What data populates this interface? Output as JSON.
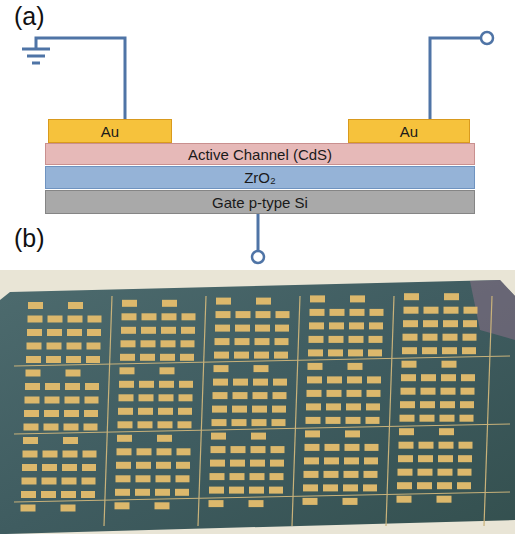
{
  "diagram": {
    "nodes": [
      {
        "text": [
          "Au"
        ]
      },
      {
        "text": [
          "Au"
        ]
      },
      {
        "text": [
          "Active Channel (CdS)"
        ]
      },
      {
        "text": [
          "ZrO₂"
        ]
      },
      {
        "text": [
          "Gate p-type Si"
        ]
      }
    ],
    "labels": [
      "(a)",
      "(b)"
    ]
  }
}
